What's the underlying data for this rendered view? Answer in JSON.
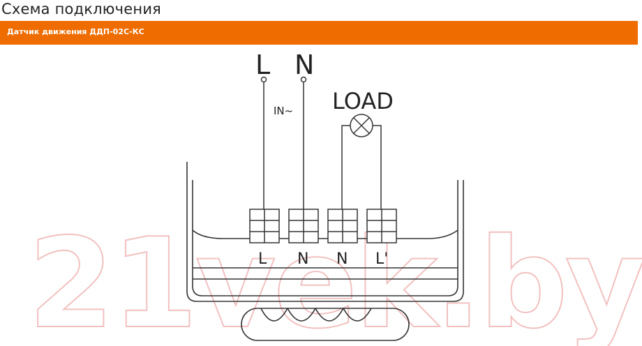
{
  "page": {
    "title": "Схема подключения",
    "banner": "Датчик движения ДДП-02С-КС"
  },
  "diagram": {
    "input_labels": [
      "L",
      "N"
    ],
    "input_caption": "IN~",
    "load_label": "LOAD",
    "terminal_labels": [
      "L",
      "N",
      "N",
      "L'"
    ],
    "watermark": "21vek.by"
  },
  "colors": {
    "banner": "#ee6c00",
    "line": "#333333",
    "watermark": "#f4c4c4"
  }
}
